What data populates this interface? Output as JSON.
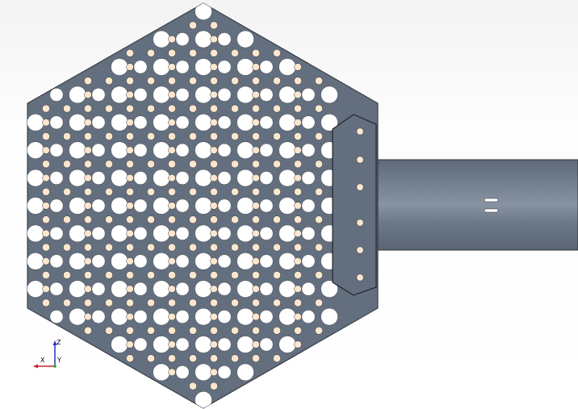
{
  "viewer": {
    "colors": {
      "body_fill": "#636f7e",
      "body_stroke": "#2a2f36",
      "hole_fill": "#ffffff",
      "pin_fill": "#fbe6cf",
      "pin_stroke": "#3a3a3a",
      "outlet_fill": "#6a7686",
      "outlet_highlight": "#8a96a6"
    },
    "outlet_symbol": "equal-sign-marker"
  },
  "triad": {
    "x_label": "X",
    "y_label": "Y",
    "z_label": "Z",
    "x_color": "#d62020",
    "y_color": "#22a32e",
    "z_color": "#2233cc"
  }
}
